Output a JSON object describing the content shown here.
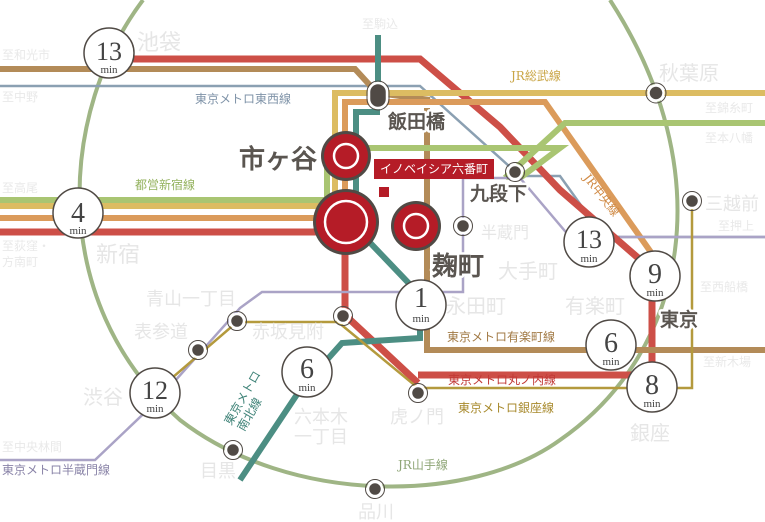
{
  "colors": {
    "yamanote": "#9fb585",
    "marunouchi": "#cd4f47",
    "yurakucho": "#b38b58",
    "tozai": "#8ba0b2",
    "sobu": "#dcbc62",
    "chuo": "#db9b5b",
    "shinjuku": "#a9c572",
    "namboku": "#4c8e83",
    "hanzomon": "#aaa3c6",
    "ginza": "#b49a3d",
    "station_dark": "#504a45",
    "property_red": "#b51c27"
  },
  "property": {
    "name": "イノベイシア六番町"
  },
  "major_stations": [
    {
      "name": "市ヶ谷"
    },
    {
      "name": "麹町"
    },
    {
      "name": "飯田橋"
    },
    {
      "name": "九段下"
    },
    {
      "name": "東京"
    }
  ],
  "ghost_stations": [
    {
      "name": "池袋"
    },
    {
      "name": "秋葉原"
    },
    {
      "name": "三越前"
    },
    {
      "name": "新宿"
    },
    {
      "name": "半蔵門"
    },
    {
      "name": "大手町"
    },
    {
      "name": "永田町"
    },
    {
      "name": "有楽町"
    },
    {
      "name": "青山一丁目"
    },
    {
      "name": "表参道"
    },
    {
      "name": "赤坂見附"
    },
    {
      "name": "渋谷"
    },
    {
      "name": "六本木"
    },
    {
      "name": "一丁目"
    },
    {
      "name": "虎ノ門"
    },
    {
      "name": "銀座"
    },
    {
      "name": "目黒"
    },
    {
      "name": "品川"
    }
  ],
  "direction_labels": [
    {
      "text": "至和光市"
    },
    {
      "text": "至中野"
    },
    {
      "text": "至駒込"
    },
    {
      "text": "至錦糸町"
    },
    {
      "text": "至本八幡"
    },
    {
      "text": "至高尾"
    },
    {
      "text": "至荻窪・"
    },
    {
      "text": "方南町"
    },
    {
      "text": "至押上"
    },
    {
      "text": "至西船橋"
    },
    {
      "text": "至新木場"
    },
    {
      "text": "至中央林間"
    }
  ],
  "line_labels": {
    "tozai": "東京メトロ東西線",
    "sobu": "JR総武線",
    "shinjuku": "都営新宿線",
    "chuo": "JR中央線",
    "yurakucho": "東京メトロ有楽町線",
    "marunouchi": "東京メトロ丸ノ内線",
    "ginza": "東京メトロ銀座線",
    "namboku_1": "東京メトロ",
    "namboku_2": "南北線",
    "yamanote": "JR山手線",
    "hanzomon": "東京メトロ半蔵門線"
  },
  "travel_times": [
    {
      "station": "池袋",
      "minutes": "13",
      "unit": "min"
    },
    {
      "station": "新宿",
      "minutes": "4",
      "unit": "min"
    },
    {
      "station": "永田町",
      "minutes": "1",
      "unit": "min"
    },
    {
      "station": "大手町",
      "minutes": "13",
      "unit": "min"
    },
    {
      "station": "東京",
      "minutes": "9",
      "unit": "min"
    },
    {
      "station": "有楽町",
      "minutes": "6",
      "unit": "min"
    },
    {
      "station": "六本木一丁目",
      "minutes": "6",
      "unit": "min"
    },
    {
      "station": "銀座",
      "minutes": "8",
      "unit": "min"
    },
    {
      "station": "渋谷",
      "minutes": "12",
      "unit": "min"
    }
  ]
}
